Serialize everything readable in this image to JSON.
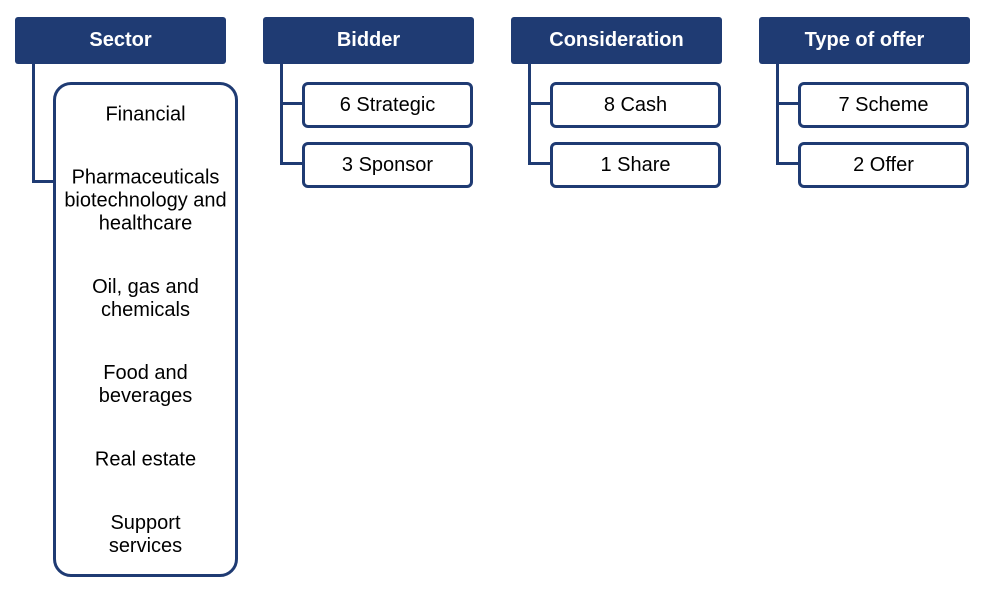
{
  "columns": {
    "sector": {
      "header": "Sector",
      "items": [
        "Financial",
        "Pharmaceuticals biotechnology and healthcare",
        "Oil, gas and chemicals",
        "Food and beverages",
        "Real estate",
        "Support services"
      ]
    },
    "bidder": {
      "header": "Bidder",
      "items": [
        "6 Strategic",
        "3 Sponsor"
      ]
    },
    "consideration": {
      "header": "Consideration",
      "items": [
        "8 Cash",
        "1 Share"
      ]
    },
    "type_of_offer": {
      "header": "Type of offer",
      "items": [
        "7 Scheme",
        "2 Offer"
      ]
    }
  },
  "colors": {
    "header_bg": "#1f3b73",
    "border": "#1f3b73"
  }
}
